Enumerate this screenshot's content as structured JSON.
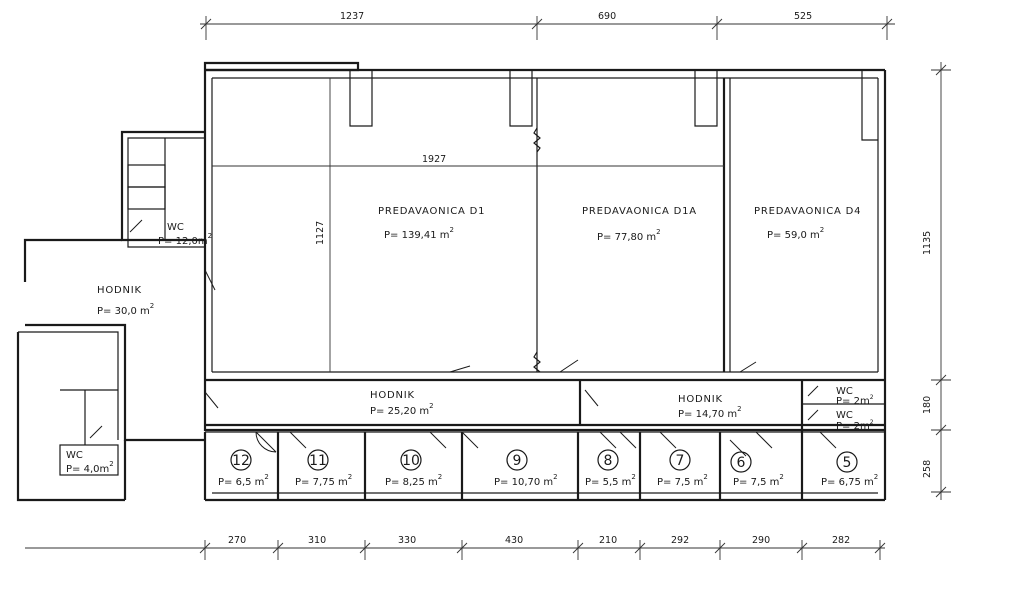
{
  "dimensions_top": [
    "1237",
    "690",
    "525"
  ],
  "dimensions_bottom": [
    "270",
    "310",
    "330",
    "430",
    "210",
    "292",
    "290",
    "282"
  ],
  "dimensions_right": [
    "1135",
    "180",
    "258"
  ],
  "dimension_inner_horizontal": "1927",
  "dimension_inner_vertical": "1127",
  "lecture_halls": [
    {
      "name": "PREDAVAONICA  D1",
      "area": "P= 139,41 m",
      "sup": "2"
    },
    {
      "name": "PREDAVAONICA  D1A",
      "area": "P= 77,80 m",
      "sup": "2"
    },
    {
      "name": "PREDAVAONICA  D4",
      "area": "P= 59,0 m",
      "sup": "2"
    }
  ],
  "corridors": [
    {
      "name": "HODNIK",
      "area": "P= 30,0 m",
      "sup": "2"
    },
    {
      "name": "HODNIK",
      "area": "P= 25,20 m",
      "sup": "2"
    },
    {
      "name": "HODNIK",
      "area": "P= 14,70 m",
      "sup": "2"
    }
  ],
  "wc_rooms": [
    {
      "name": "WC",
      "area": "P= 12,0m",
      "sup": "2"
    },
    {
      "name": "WC",
      "area": "P= 4,0m",
      "sup": "2"
    },
    {
      "name": "WC",
      "area": "P= 2m",
      "sup": "2"
    },
    {
      "name": "WC",
      "area": "P= 2m",
      "sup": "2"
    }
  ],
  "small_rooms": [
    {
      "number": "12",
      "area": "P= 6,5 m",
      "sup": "2"
    },
    {
      "number": "11",
      "area": "P= 7,75 m",
      "sup": "2"
    },
    {
      "number": "10",
      "area": "P= 8,25 m",
      "sup": "2"
    },
    {
      "number": "9",
      "area": "P= 10,70 m",
      "sup": "2"
    },
    {
      "number": "8",
      "area": "P= 5,5 m",
      "sup": "2"
    },
    {
      "number": "7",
      "area": "P= 7,5 m",
      "sup": "2"
    },
    {
      "number": "6",
      "area": "P= 7,5 m",
      "sup": "2"
    },
    {
      "number": "5",
      "area": "P= 6,75 m",
      "sup": "2"
    }
  ]
}
